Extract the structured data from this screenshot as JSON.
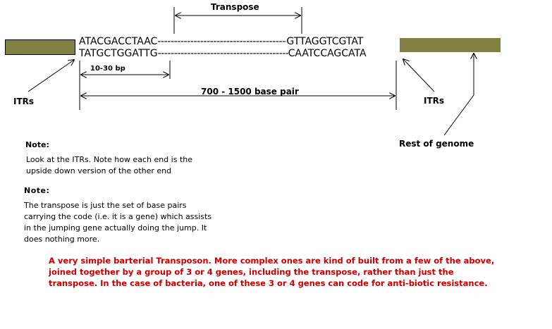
{
  "diagram": {
    "colors": {
      "genome_bar": "#808040",
      "caption": "#cc0000",
      "line": "#000000"
    },
    "labels": {
      "transpose": "Transpose",
      "itr_left": "ITRs",
      "itr_right": "ITRs",
      "itr_span": "10-30 bp",
      "full_span": "700 - 1500 base pair",
      "rest_of_genome": "Rest of genome"
    },
    "sequence": {
      "top_left": "ATACGACCTAAC",
      "top_dashes": "----------------------------------------",
      "top_right": "GTTAGGTCGTAT",
      "bottom_left": "TATGCTGGATTG",
      "bottom_dashes": "-------------------------------------------",
      "bottom_right": "CAATCCAGCATA"
    },
    "notes": [
      {
        "heading": "Note:",
        "body": "Look at the ITRs.  Note how each end is the upside down version of the other end"
      },
      {
        "heading": "Note:",
        "body": "The transpose is just the set of base pairs carrying the code (i.e. it is a gene) which assists in the jumping gene actually doing the jump.  It does nothing more."
      }
    ],
    "caption": "A very simple barterial Transposon.  More complex ones are kind of built from a few of the above, joined together by a group of 3 or 4 genes, including the transpose, rather than just the transpose.  In the case of bacteria, one of these 3 or 4 genes can code for anti-biotic resistance."
  }
}
